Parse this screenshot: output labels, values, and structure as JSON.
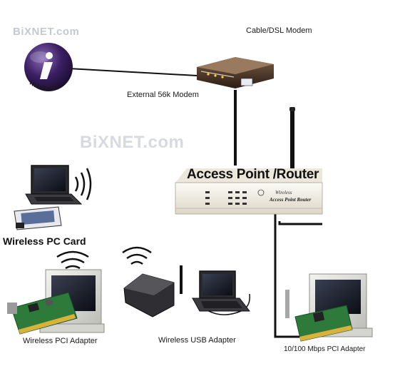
{
  "watermark": "BiXNET.com",
  "labels": {
    "cable_modem": "Cable/DSL Modem",
    "external_modem": "External 56k Modem",
    "access_point": "Access Point /Router",
    "pc_card": "Wireless PC Card",
    "pci_adapter": "Wireless PCI Adapter",
    "usb_adapter": "Wireless USB Adapter",
    "mbps_adapter": "10/100 Mbps PCI Adapter"
  },
  "internet_logo": {
    "glyph": "i",
    "text": "internet"
  },
  "router_face": {
    "brand": "Wireless",
    "model": "Access Point Router"
  },
  "colors": {
    "globe": "#3b1f63",
    "cable": "#111111",
    "router_body": "#f1eee5",
    "laptop": "#2a2a2e",
    "pci_board": "#2d7a3a"
  }
}
